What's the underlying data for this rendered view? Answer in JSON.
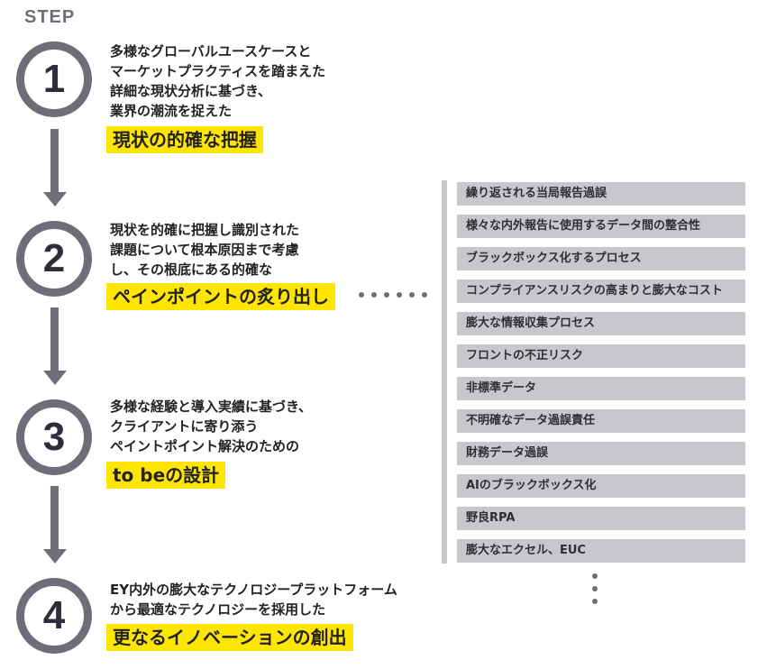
{
  "header": {
    "step_label": "STEP"
  },
  "steps": [
    {
      "number": "1",
      "description": "多様なグローバルユースケースと\nマーケットプラクティスを踏まえた\n詳細な現状分析に基づき、\n業界の潮流を捉えた",
      "highlight": "現状の的確な把握"
    },
    {
      "number": "2",
      "description": "現状を的確に把握し識別された\n課題について根本原因まで考慮\nし、その根底にある的確な",
      "highlight": "ペインポイントの炙り出し"
    },
    {
      "number": "3",
      "description": "多様な経験と導入実績に基づき、\nクライアントに寄り添う\nペイントポイント解決のための",
      "highlight": "to beの設計"
    },
    {
      "number": "4",
      "description": "EY内外の膨大なテクノロジープラットフォーム\nから最適なテクノロジーを採用した",
      "highlight": "更なるイノベーションの創出"
    }
  ],
  "pain_points": [
    "繰り返される当局報告過誤",
    "様々な内外報告に使用するデータ間の整合性",
    "ブラックボックス化するプロセス",
    "コンプライアンスリスクの高まりと膨大なコスト",
    "膨大な情報収集プロセス",
    "フロントの不正リスク",
    "非標準データ",
    "不明確なデータ過誤責任",
    "財務データ過誤",
    "AIのブラックボックス化",
    "野良RPA",
    "膨大なエクセル、EUC"
  ],
  "colors": {
    "accent": "#ffe600",
    "circle": "#6e6e78",
    "box": "#c8c8cc"
  }
}
